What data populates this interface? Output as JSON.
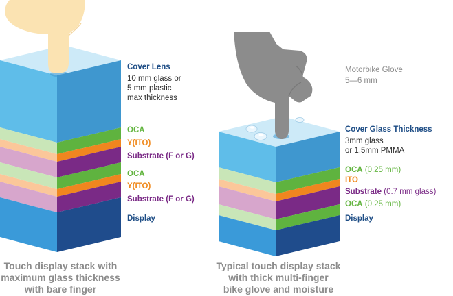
{
  "left_stack": {
    "cover_lens": {
      "title": "Cover Lens",
      "desc_lines": [
        "10 mm glass or",
        "5 mm plastic",
        "max thickness"
      ]
    },
    "layers": [
      "OCA",
      "Y(ITO)",
      "Substrate (F or G)",
      "OCA",
      "Y(ITO)",
      "Substrate (F or G)",
      "Display"
    ],
    "caption_lines": [
      "Touch display stack with",
      "maximum glass thickness",
      "with bare finger"
    ]
  },
  "right_stack": {
    "glove": {
      "title": "Motorbike Glove",
      "size": "5—6 mm"
    },
    "cover_glass": {
      "title": "Cover Glass Thickness",
      "desc_lines": [
        "3mm glass",
        "or 1.5mm PMMA"
      ]
    },
    "layers": [
      {
        "name": "OCA",
        "detail": "(0.25 mm)"
      },
      {
        "name": "ITO",
        "detail": ""
      },
      {
        "name": "Substrate",
        "detail": "(0.7 mm glass)"
      },
      {
        "name": "OCA",
        "detail": "(0.25 mm)"
      },
      {
        "name": "Display",
        "detail": ""
      }
    ],
    "caption_lines": [
      "Typical touch display stack",
      "with thick multi-finger",
      "bike glove and moisture"
    ]
  },
  "colors": {
    "glass_front": "#5fbde9",
    "glass_side": "#3f97cf",
    "glass_top": "#cdeaf8",
    "oca_front": "#c9e6b8",
    "oca_side": "#5fb33f",
    "ito_front": "#fbc79a",
    "ito_side": "#f0861f",
    "substrate_front": "#d7a6cc",
    "substrate_side": "#7a2a86",
    "display_front": "#3a9ad9",
    "display_side": "#1f4c8c",
    "label_navy": "#1f4e86",
    "label_green": "#63b540",
    "label_orange": "#f08a1e",
    "label_purple": "#7a2a86",
    "finger_skin": "#fbe3b2",
    "glove_gray": "#8c8c8c"
  }
}
